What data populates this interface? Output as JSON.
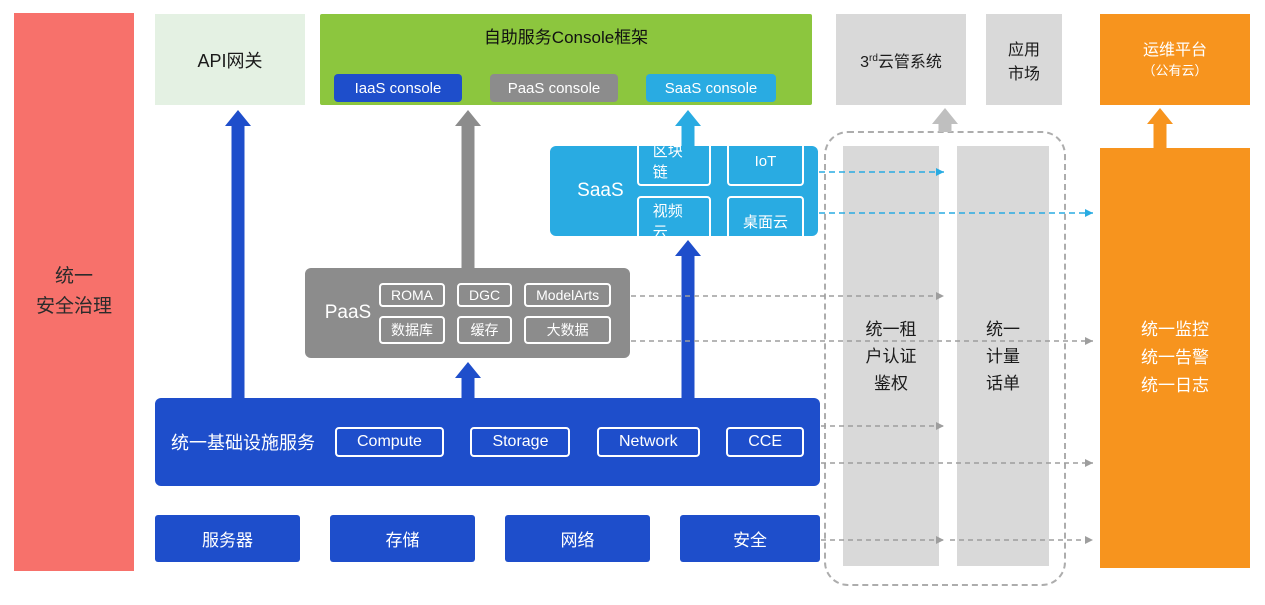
{
  "colors": {
    "red": "#F7716B",
    "light_green": "#E4F1E3",
    "green": "#8CC63E",
    "blue": "#1E4ECB",
    "cyan": "#29ABE2",
    "gray": "#8C8C8C",
    "light_gray": "#D9D9D9",
    "orange": "#F7941E"
  },
  "security_bar": {
    "label": "统一\n安全治理"
  },
  "api_gateway": {
    "label": "API网关"
  },
  "console": {
    "title": "自助服务Console框架",
    "iaas_button": "IaaS console",
    "paas_button": "PaaS console",
    "saas_button": "SaaS console"
  },
  "third_party": {
    "prefix": "3",
    "sup": "rd",
    "suffix": "云管系统"
  },
  "app_market": {
    "label": "应用\n市场"
  },
  "om_platform": {
    "line1": "运维平台",
    "line2": "（公有云）"
  },
  "saas": {
    "label": "SaaS",
    "chips": [
      "区块链",
      "IoT",
      "视频云",
      "桌面云"
    ]
  },
  "paas": {
    "label": "PaaS",
    "chips": [
      "ROMA",
      "DGC",
      "ModelArts",
      "数据库",
      "缓存",
      "大数据"
    ]
  },
  "infrastructure": {
    "label": "统一基础设施服务",
    "chips": [
      "Compute",
      "Storage",
      "Network",
      "CCE"
    ]
  },
  "hardware": {
    "items": [
      "服务器",
      "存储",
      "网络",
      "安全"
    ]
  },
  "auth_bar": {
    "label": "统一租\n户认证\n鉴权"
  },
  "metering_bar": {
    "label": "统一\n计量\n话单"
  },
  "monitor_bar": {
    "label": "统一监控\n统一告警\n统一日志"
  }
}
